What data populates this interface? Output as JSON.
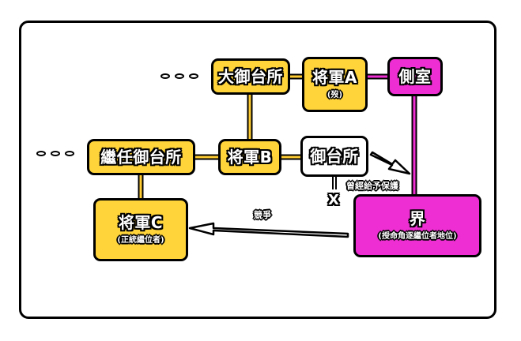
{
  "nodes": {
    "omidaidokoro": {
      "label": "大御台所"
    },
    "shogun_a": {
      "label": "将軍A",
      "note": "(歿)"
    },
    "sokushitsu": {
      "label": "側室"
    },
    "keinin_midaidokoro": {
      "label": "繼任御台所"
    },
    "shogun_b": {
      "label": "将軍B"
    },
    "midaidokoro": {
      "label": "御台所"
    },
    "kai": {
      "label": "界",
      "note": "(授命角逐繼位者地位)"
    },
    "shogun_c": {
      "label": "将軍C",
      "note": "(正統繼位者)"
    }
  },
  "labels": {
    "protection": "曾經給予保護",
    "competition": "競爭",
    "x_mark": "X"
  },
  "colors": {
    "yellow": "#ffd43a",
    "magenta": "#ee2dd2",
    "white": "#ffffff",
    "line_yellow": "#ffcc33",
    "line_magenta": "#ee2dd2"
  }
}
